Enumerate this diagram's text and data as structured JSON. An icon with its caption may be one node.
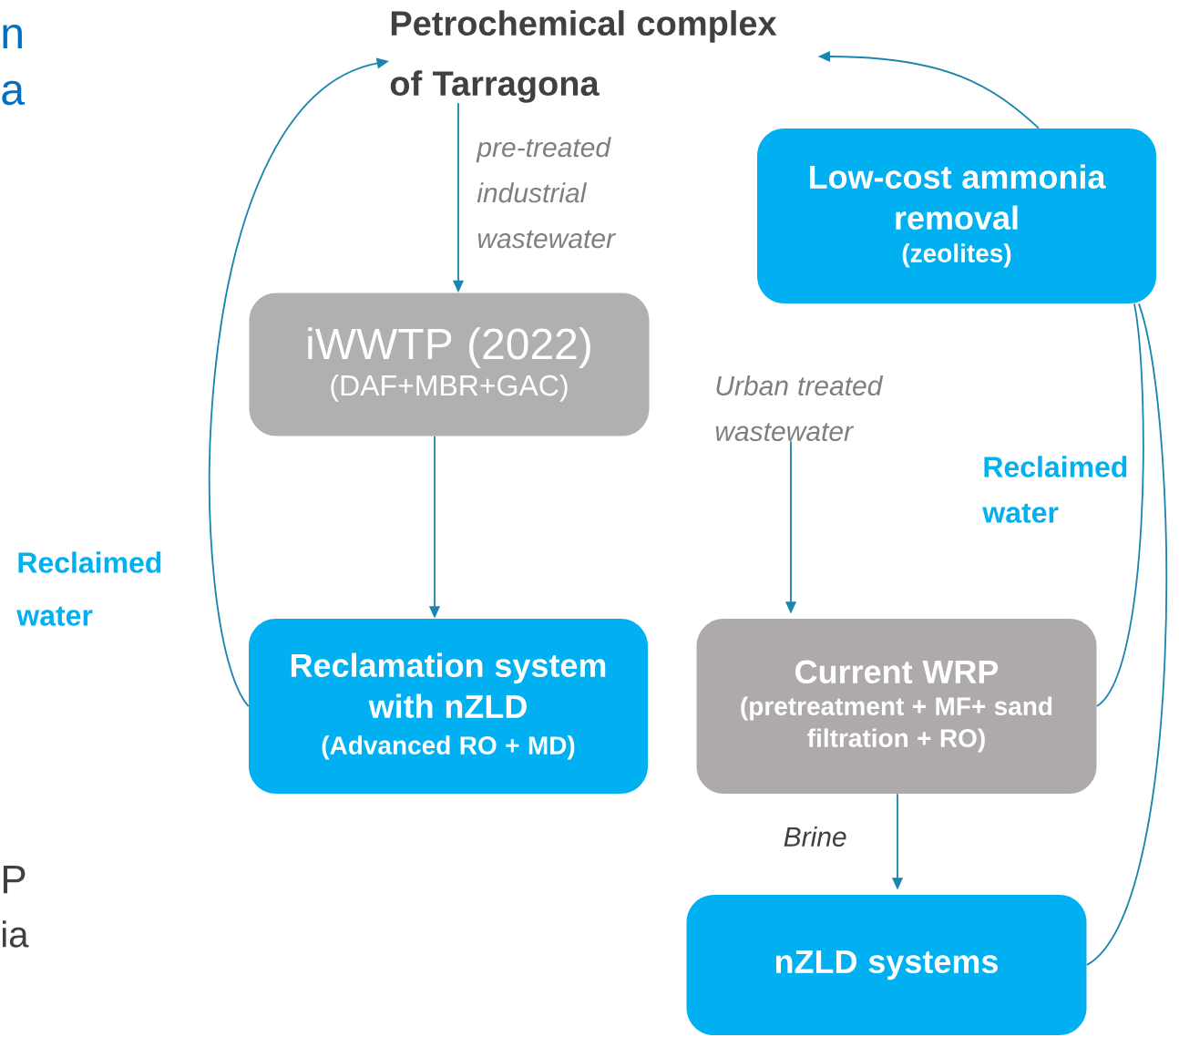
{
  "diagram": {
    "nodes": [
      {
        "text": [
          "Petrochemical complex of Tarragona"
        ]
      },
      {
        "text": [
          "Low-cost ammonia removal",
          "(zeolites)"
        ]
      },
      {
        "text": [
          "iWWTP (2022)",
          "(DAF+MBR+GAC)"
        ]
      },
      {
        "text": [
          "Reclamation system with nZLD",
          "(Advanced RO + MD)"
        ]
      },
      {
        "text": [
          "Current WRP",
          "(pretreatment + MF+ sand filtration + RO)"
        ]
      },
      {
        "text": [
          "nZLD systems"
        ]
      },
      {
        "text": [
          "Urban treated wastewater"
        ]
      }
    ],
    "edges": [
      {
        "from": 0,
        "to": 2,
        "arrow": "to",
        "label": "pre-treated industrial wastewater"
      },
      {
        "from": 2,
        "to": 3,
        "arrow": "to"
      },
      {
        "from": 3,
        "to": 0,
        "arrow": "to"
      },
      {
        "from": 6,
        "to": 4,
        "arrow": "to"
      },
      {
        "from": 4,
        "to": 5,
        "arrow": "to",
        "label": "Brine"
      },
      {
        "from": 4,
        "to": 1,
        "arrow": "none"
      },
      {
        "from": 5,
        "to": 1,
        "arrow": "none"
      },
      {
        "from": 1,
        "to": 0,
        "arrow": "to"
      }
    ],
    "labels": [
      "n",
      "a",
      "Reclaimed water",
      "Reclaimed water",
      "P",
      "ia"
    ]
  }
}
